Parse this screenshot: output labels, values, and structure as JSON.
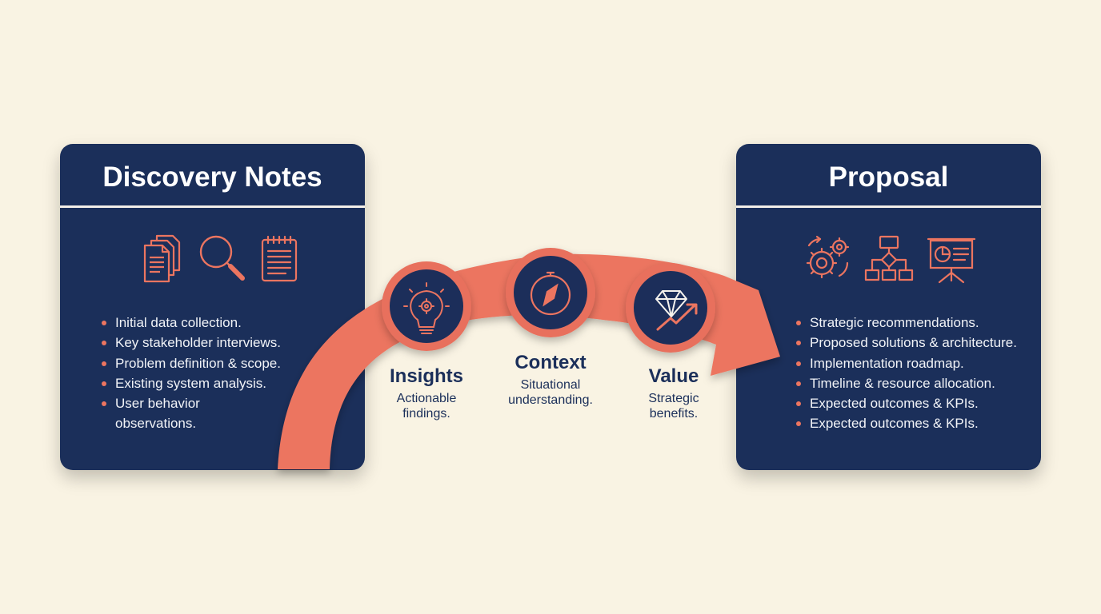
{
  "discovery": {
    "title": "Discovery Notes",
    "icons": [
      "documents-icon",
      "magnifier-icon",
      "notepad-icon"
    ],
    "bullets": [
      "Initial data collection.",
      "Key stakeholder interviews.",
      "Problem definition & scope.",
      "Existing system analysis.",
      "User behavior observations."
    ]
  },
  "proposal": {
    "title": "Proposal",
    "icons": [
      "gears-icon",
      "flowchart-icon",
      "presentation-icon"
    ],
    "bullets": [
      "Strategic recommendations.",
      "Proposed solutions & architecture.",
      "Implementation roadmap.",
      "Timeline & resource allocation.",
      "Expected outcomes & KPIs.",
      "Expected outcomes & KPIs."
    ]
  },
  "stages": [
    {
      "name": "Insights",
      "desc_lines": [
        "Actionable",
        "findings."
      ],
      "icon": "lightbulb-gear-icon"
    },
    {
      "name": "Context",
      "desc_lines": [
        "Situational",
        "understanding."
      ],
      "icon": "compass-icon"
    },
    {
      "name": "Value",
      "desc_lines": [
        "Strategic",
        "benefits."
      ],
      "icon": "diamond-growth-icon"
    }
  ],
  "colors": {
    "background": "#f9f3e3",
    "card": "#1b2f5a",
    "accent": "#ec7560",
    "text_light": "#f1f3f7"
  }
}
